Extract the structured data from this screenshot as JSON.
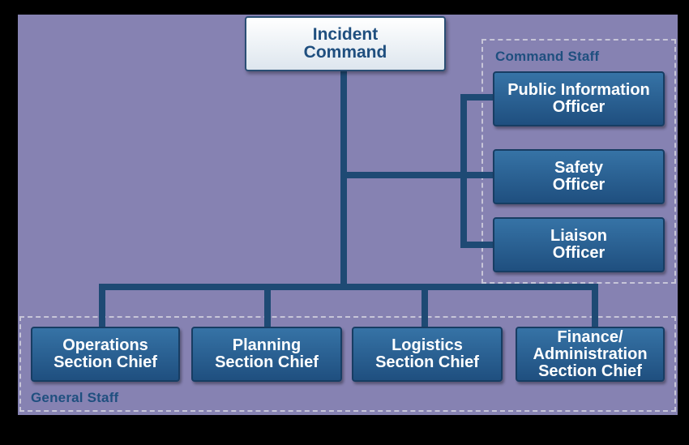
{
  "incident_command": {
    "label": "Incident Command"
  },
  "command_staff": {
    "label": "Command Staff",
    "officers": [
      {
        "label": "Public Information Officer"
      },
      {
        "label": "Safety Officer"
      },
      {
        "label": "Liaison Officer"
      }
    ]
  },
  "general_staff": {
    "label": "General Staff",
    "sections": [
      {
        "label": "Operations Section Chief"
      },
      {
        "label": "Planning Section Chief"
      },
      {
        "label": "Logistics Section Chief"
      },
      {
        "label": "Finance/ Administration Section Chief"
      }
    ]
  },
  "colors": {
    "background": "#8682b2",
    "box_fill": "#2a5f93",
    "line": "#1e4a74",
    "label_text": "#1f4f7f"
  }
}
